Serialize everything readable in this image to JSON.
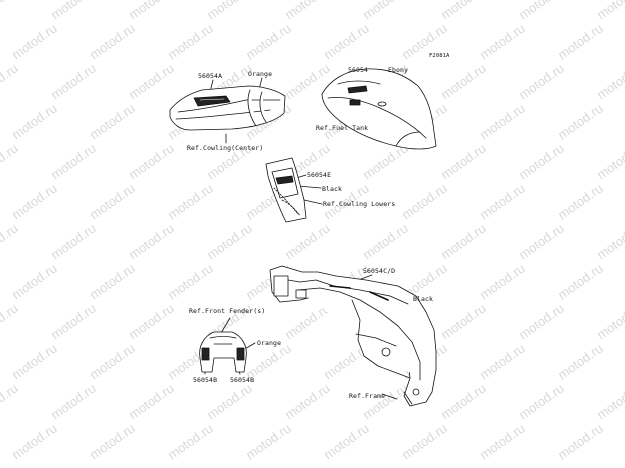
{
  "watermark": {
    "text": "motod.ru",
    "color": "#d9d9d9"
  },
  "diagram_code": "F2081A",
  "labels": {
    "l_56054a": "56054A",
    "l_orange_top": "Orange",
    "l_ref_cowling_center": "Ref.Cowling(Center)",
    "l_56054": "56054",
    "l_ebony": "Ebony",
    "l_ref_fuel_tank": "Ref.Fuel Tank",
    "l_56054e": "56054E",
    "l_black_mid": "Black",
    "l_ref_cowling_lowers": "Ref.Cowling Lowers",
    "l_56054cd": "56054C/D",
    "l_black_frame": "Black",
    "l_ref_front_fender": "Ref.Front Fender(s)",
    "l_orange_fender": "Orange",
    "l_56054b_left": "56054B",
    "l_56054b_right": "56054B",
    "l_ref_frame": "Ref.Frame"
  }
}
